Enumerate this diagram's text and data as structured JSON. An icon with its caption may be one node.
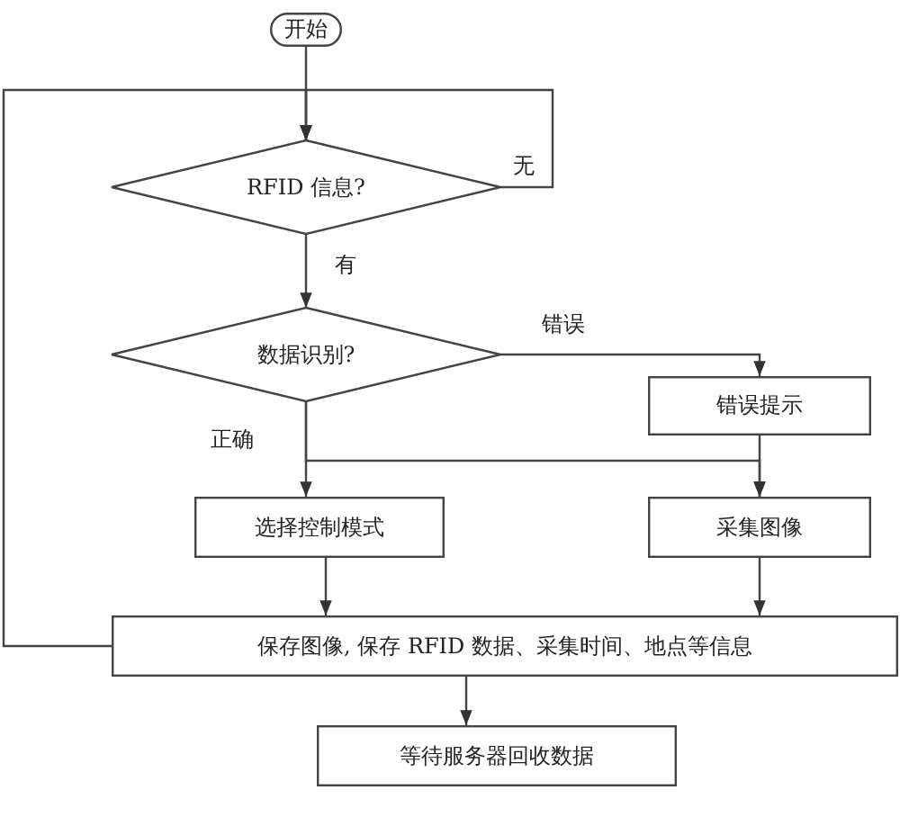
{
  "diagram": {
    "nodes": [
      {
        "text": [
          "开始"
        ]
      },
      {
        "text": [
          "RFID 信息?"
        ]
      },
      {
        "text": [
          "数据识别?"
        ]
      },
      {
        "text": [
          "错误提示"
        ]
      },
      {
        "text": [
          "选择控制模式"
        ]
      },
      {
        "text": [
          "采集图像"
        ]
      },
      {
        "text": [
          "保存图像, 保存 RFID 数据、采集时间、地点等信息"
        ]
      },
      {
        "text": [
          "等待服务器回收数据"
        ]
      }
    ],
    "edges": [
      {
        "from": 0,
        "to": 1,
        "arrow": "to"
      },
      {
        "from": 1,
        "to": 1,
        "arrow": "to",
        "label": "无"
      },
      {
        "from": 1,
        "to": 2,
        "arrow": "to",
        "label": "有"
      },
      {
        "from": 2,
        "to": 3,
        "arrow": "to",
        "label": "错误"
      },
      {
        "from": 2,
        "to": 4,
        "arrow": "to",
        "label": "正确"
      },
      {
        "from": 2,
        "to": 5,
        "arrow": "to"
      },
      {
        "from": 3,
        "to": 5,
        "arrow": "to"
      },
      {
        "from": 4,
        "to": 6,
        "arrow": "to"
      },
      {
        "from": 5,
        "to": 6,
        "arrow": "to"
      },
      {
        "from": 6,
        "to": 7,
        "arrow": "to"
      },
      {
        "from": 6,
        "to": 1,
        "arrow": "to"
      }
    ]
  }
}
